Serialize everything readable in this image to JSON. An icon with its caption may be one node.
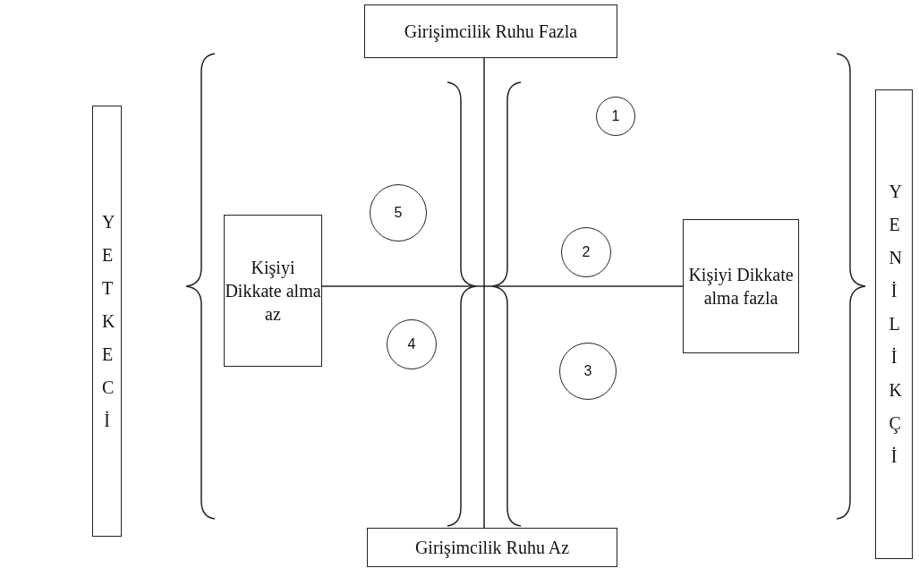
{
  "diagram": {
    "nodes": [
      {
        "text": [
          "Girişimcilik Ruhu Fazla"
        ]
      },
      {
        "text": [
          "YETKECİ"
        ]
      },
      {
        "text": [
          "YENİLİKÇİ"
        ]
      },
      {
        "text": [
          "1"
        ]
      },
      {
        "text": [
          "5"
        ]
      },
      {
        "text": [
          "Kişiyi Dikkate alma az"
        ]
      },
      {
        "text": [
          "2"
        ]
      },
      {
        "text": [
          "Kişiyi Dikkate alma fazla"
        ]
      },
      {
        "text": [
          "4"
        ]
      },
      {
        "text": [
          "3"
        ]
      },
      {
        "text": [
          "Girişimcilik Ruhu Az"
        ]
      }
    ],
    "edges": [
      {
        "from": 5,
        "to": 7,
        "arrow": "none"
      },
      {
        "from": 0,
        "to": 10,
        "arrow": "none"
      }
    ]
  }
}
